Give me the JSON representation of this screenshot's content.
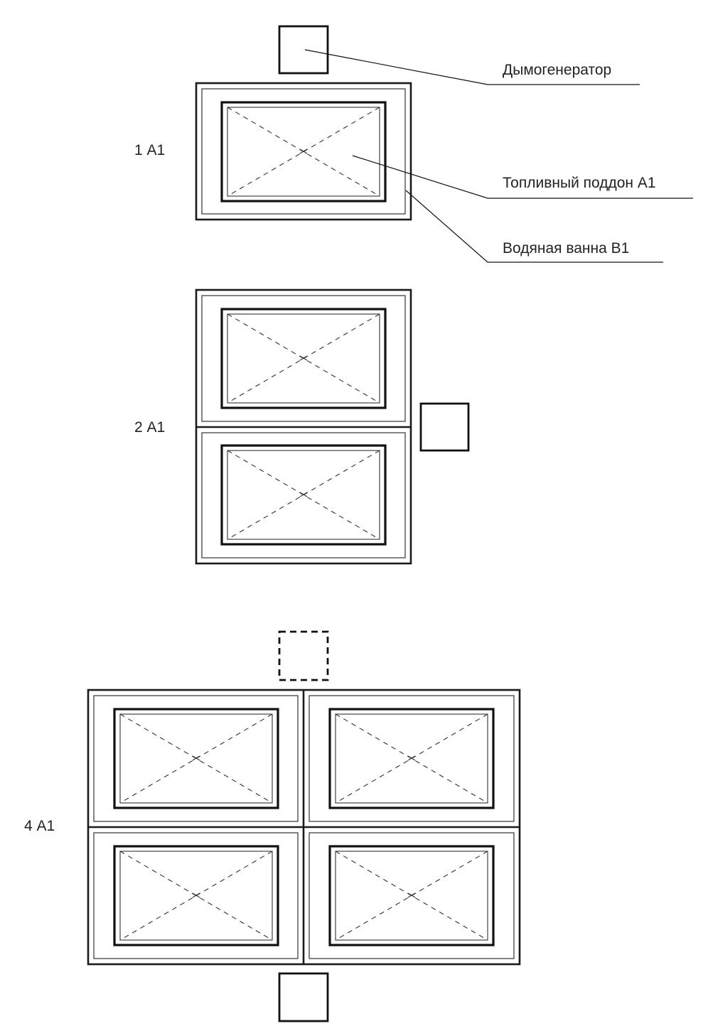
{
  "labels": {
    "smoke_generator": "Дымогенератор",
    "fuel_tray": "Топливный поддон А1",
    "water_bath": "Водяная ванна В1"
  },
  "configurations": [
    {
      "label": "1 А1",
      "pans": 1
    },
    {
      "label": "2 А1",
      "pans": 2
    },
    {
      "label": "4 А1",
      "pans": 4
    }
  ],
  "colors": {
    "line": "#111111",
    "background": "#ffffff"
  }
}
